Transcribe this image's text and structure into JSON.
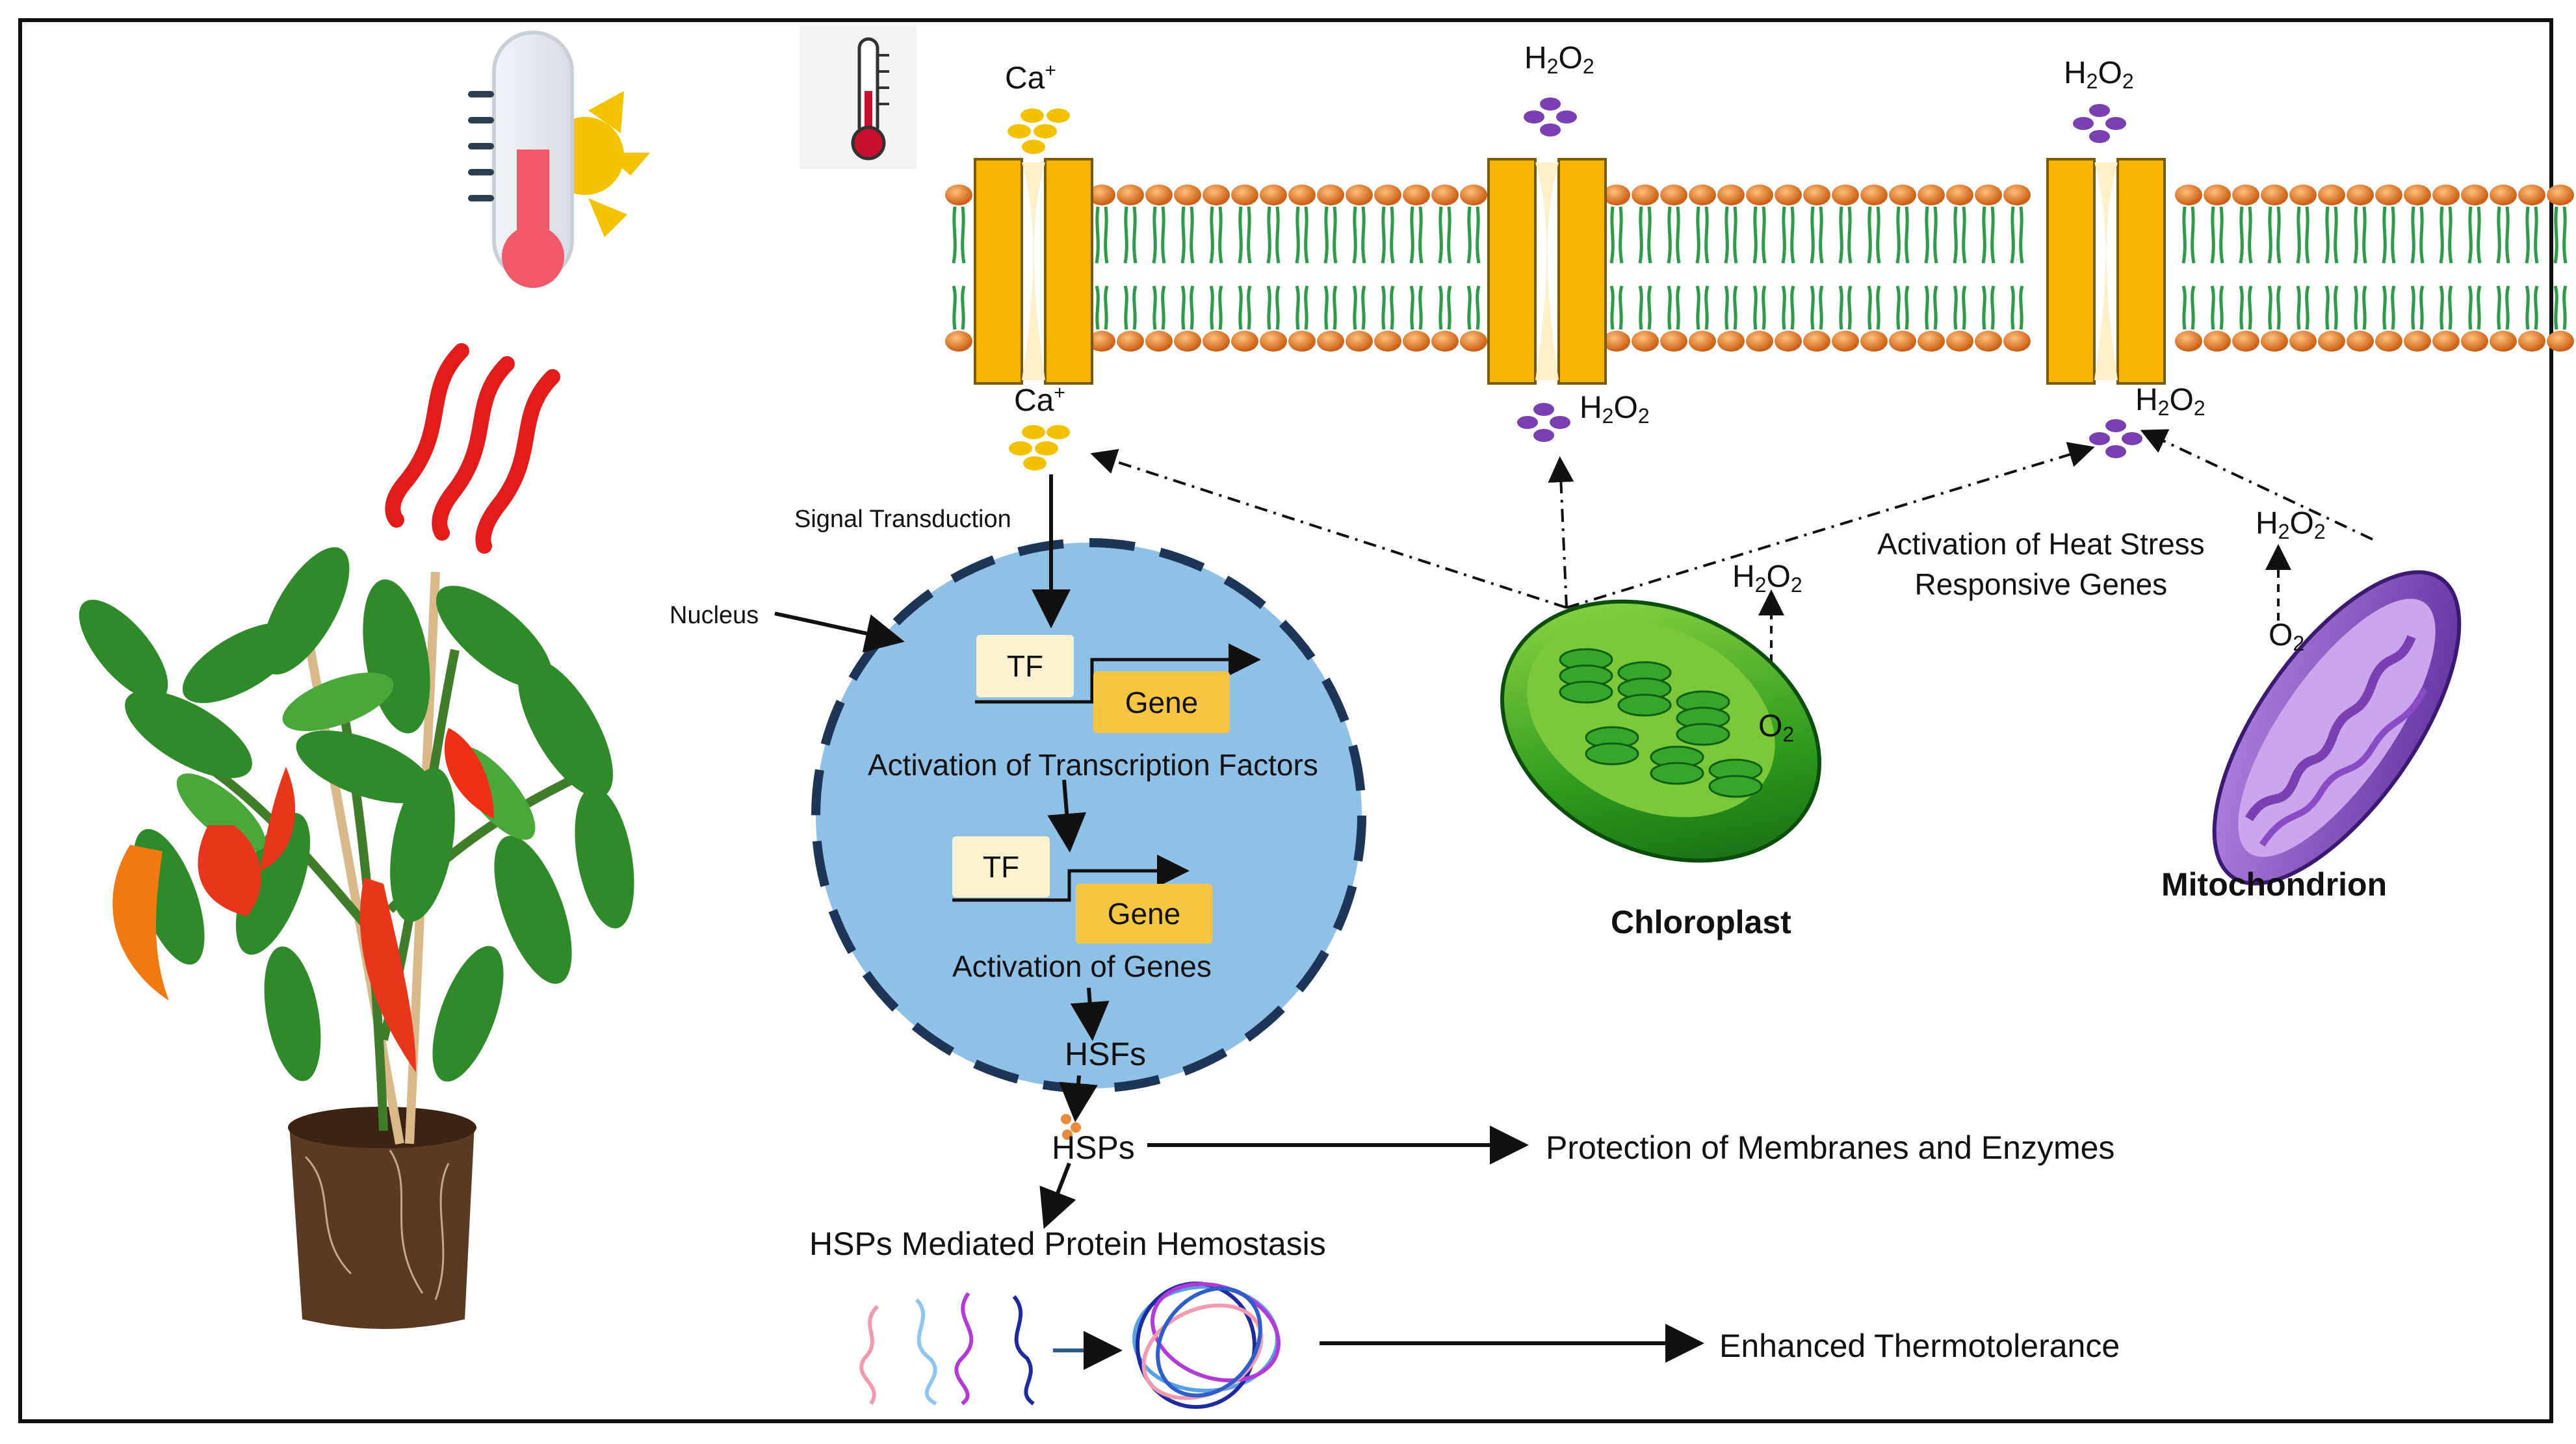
{
  "membrane": {
    "channel_top_labels": [
      "Ca",
      "H",
      "H"
    ],
    "channel_bottom_labels": [
      "Ca",
      "H",
      "H"
    ]
  },
  "chemicals": {
    "ca_top": {
      "base": "Ca",
      "sup": "+"
    },
    "ca_bottom": {
      "base": "Ca",
      "sup": "+"
    },
    "h2o2": {
      "a": "H",
      "b": "2",
      "c": "O",
      "d": "2"
    },
    "o2": {
      "a": "O",
      "b": "2"
    }
  },
  "labels": {
    "signal_transduction": "Signal Transduction",
    "nucleus": "Nucleus",
    "tf_1": "TF",
    "gene_1": "Gene",
    "activation_tf": "Activation of Transcription Factors",
    "tf_2": "TF",
    "gene_2": "Gene",
    "activation_genes": "Activation of Genes",
    "hsfs": "HSFs",
    "hsps": "HSPs",
    "protection": "Protection of Membranes and Enzymes",
    "hsps_mediated": "HSPs Mediated Protein Hemostasis",
    "thermotolerance": "Enhanced Thermotolerance",
    "chloroplast": "Chloroplast",
    "mitochondrion": "Mitochondrion",
    "activation_heat_line1": "Activation of Heat Stress",
    "activation_heat_line2": "Responsive Genes"
  },
  "colors": {
    "channel": "#f5b400",
    "head": "#e07a1c",
    "tail": "#2e9a4a",
    "nucleus_fill": "#8fc0e6",
    "nucleus_border": "#1d3557",
    "calcium": "#f2c200",
    "h2o2": "#7a3fb0"
  },
  "icons": [
    "thermometer-sun-icon",
    "heat-waves-icon",
    "small-thermometer-icon",
    "pepper-plant-image",
    "chloroplast-image",
    "mitochondrion-image"
  ]
}
